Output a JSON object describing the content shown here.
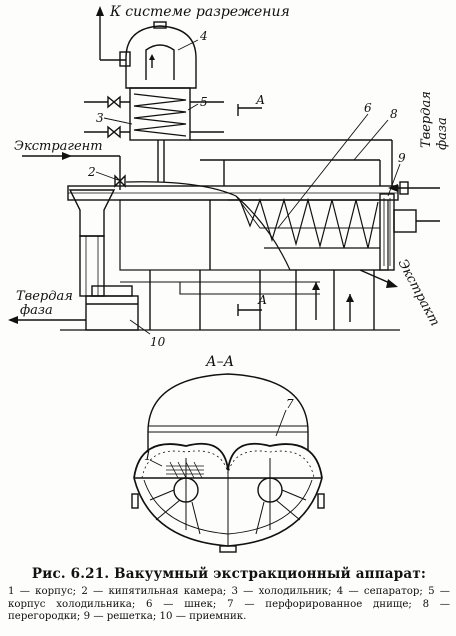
{
  "diagram": {
    "top_label": "К системе разрежения",
    "extragent_label": "Экстрагент",
    "solid_phase_right": [
      "Твердая",
      "фаза"
    ],
    "solid_phase_left": [
      "Твердая",
      "фаза"
    ],
    "extract_label": "Экстракт",
    "section_mark": "А",
    "section_title": "А–А",
    "numbers": [
      "1",
      "2",
      "3",
      "4",
      "5",
      "6",
      "7",
      "8",
      "9",
      "10"
    ]
  },
  "caption": {
    "title": "Рис. 6.21. Вакуумный экстракционный аппарат:",
    "legend": "1 — корпус; 2 — кипятильная камера; 3 — холодильник; 4 — сепаратор; 5 — корпус холодильника; 6 — шнек; 7 — перфорированное днище; 8 — перегородки; 9 — решетка; 10 — приемник."
  }
}
